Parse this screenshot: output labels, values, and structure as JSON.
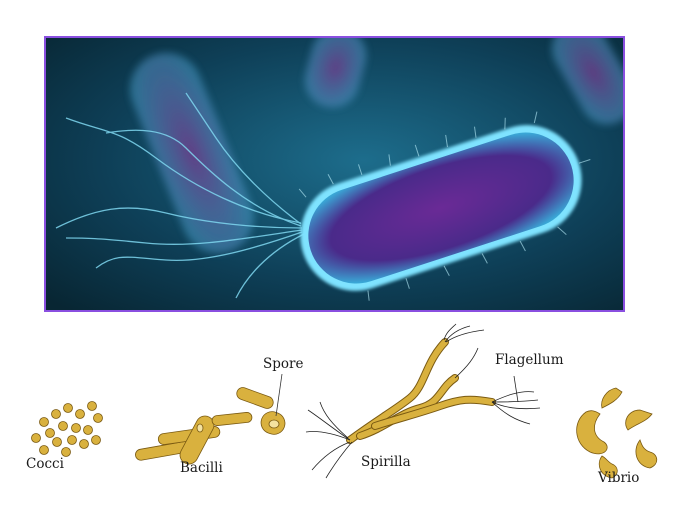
{
  "figure": {
    "photo": {
      "subject": "rod-shaped-bacterium-with-flagella-3d-render",
      "colors": {
        "border": "#8a4fe0",
        "background": "#0e3f57",
        "cell_edge": "#7fe3ff",
        "cell_core": "#5a1f86"
      }
    },
    "diagram": {
      "labels": {
        "cocci": "Cocci",
        "bacilli": "Bacilli",
        "spore": "Spore",
        "spirilla": "Spirilla",
        "flagellum": "Flagellum",
        "vibrio": "Vibrio"
      },
      "colors": {
        "cell_fill": "#d9b13e",
        "cell_stroke": "#7a5a12",
        "flagella": "#222222"
      }
    }
  }
}
